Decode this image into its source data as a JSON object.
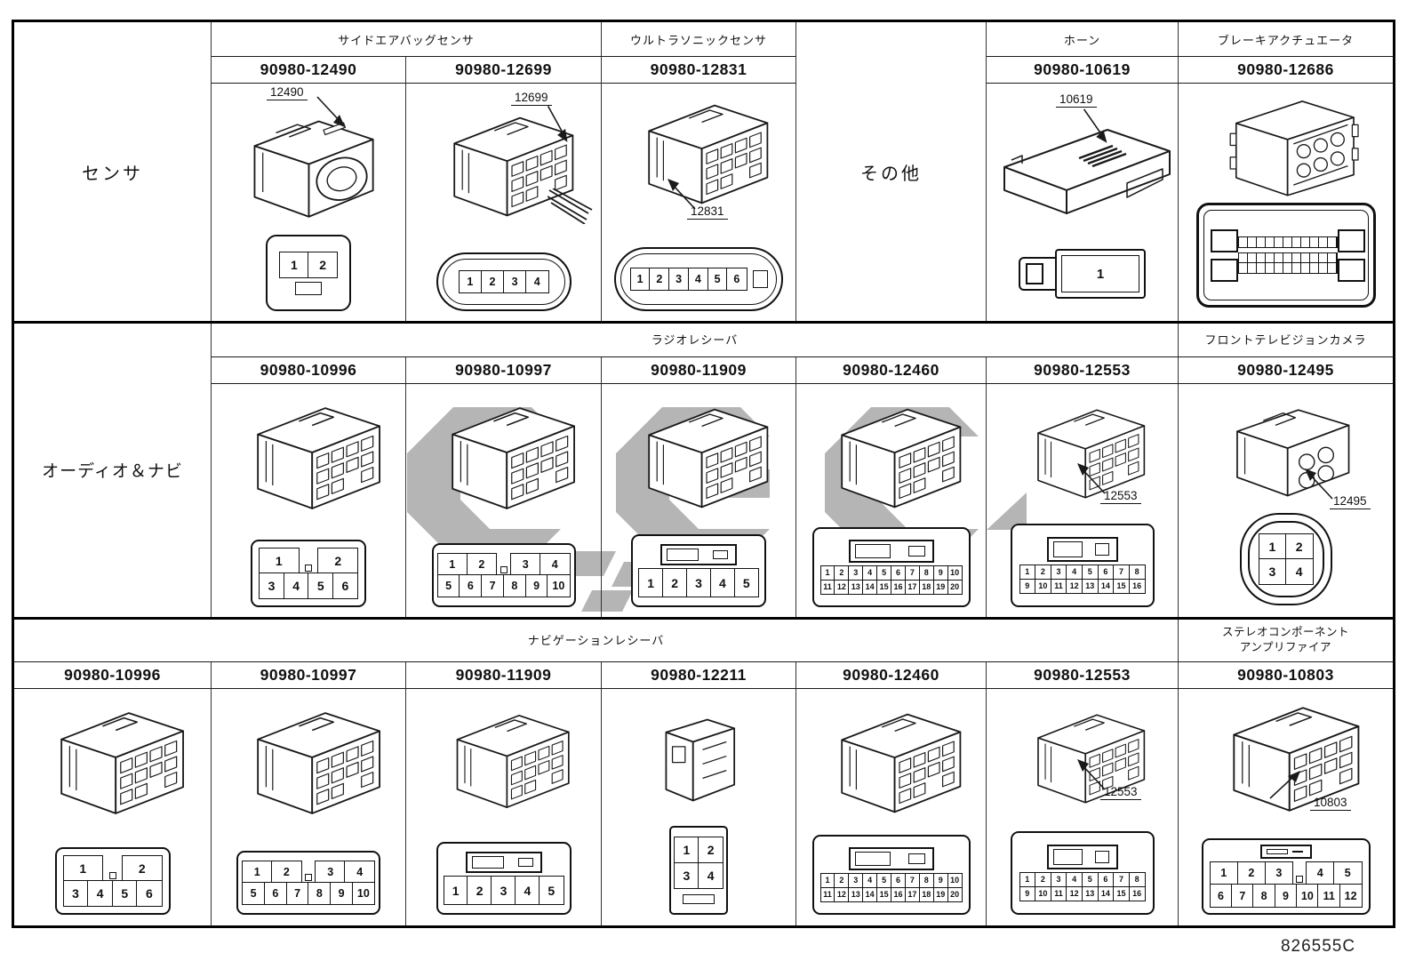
{
  "caption": "826555C",
  "colors": {
    "line": "#1a1a1a",
    "watermark": "#b5b5b5"
  },
  "r1": {
    "label": "センサ",
    "g_sideairbag": "サイドエアバッグセンサ",
    "g_ultrasonic": "ウルトラソニックセンサ",
    "other": "その他",
    "g_horn": "ホーン",
    "g_brake": "ブレーキアクチュエータ",
    "p1": "90980-12490",
    "p2": "90980-12699",
    "p3": "90980-12831",
    "p4": "90980-10619",
    "p5": "90980-12686",
    "co1": "12490",
    "co2": "12699",
    "co3": "12831",
    "co4": "10619",
    "pins_12490": [
      [
        "1",
        "2"
      ]
    ],
    "pins_12699": [
      [
        "1",
        "2",
        "3",
        "4"
      ]
    ],
    "pins_12831": [
      [
        "1",
        "2",
        "3",
        "4",
        "5",
        "6"
      ]
    ],
    "pins_10619": [
      [
        "1"
      ]
    ]
  },
  "r2": {
    "label": "オーディオ＆ナビ",
    "g_radio": "ラジオレシーバ",
    "g_camera": "フロントテレビジョンカメラ",
    "p1": "90980-10996",
    "p2": "90980-10997",
    "p3": "90980-11909",
    "p4": "90980-12460",
    "p5": "90980-12553",
    "p6": "90980-12495",
    "co5": "12553",
    "co6": "12495",
    "pins_10996": [
      [
        "1",
        "",
        "2"
      ],
      [
        "3",
        "4",
        "5",
        "6"
      ]
    ],
    "pins_10997": [
      [
        "1",
        "2",
        "",
        "3",
        "4"
      ],
      [
        "5",
        "6",
        "7",
        "8",
        "9",
        "10"
      ]
    ],
    "pins_11909": [
      [
        "1",
        "2",
        "3",
        "4",
        "5"
      ]
    ],
    "pins_12460": [
      [
        "1",
        "2",
        "3",
        "4",
        "5",
        "6",
        "7",
        "8",
        "9",
        "10"
      ],
      [
        "11",
        "12",
        "13",
        "14",
        "15",
        "16",
        "17",
        "18",
        "19",
        "20"
      ]
    ],
    "pins_12553": [
      [
        "1",
        "2",
        "3",
        "4",
        "5",
        "6",
        "7",
        "8"
      ],
      [
        "9",
        "10",
        "11",
        "12",
        "13",
        "14",
        "15",
        "16"
      ]
    ],
    "pins_12495": [
      [
        "1",
        "2"
      ],
      [
        "3",
        "4"
      ]
    ]
  },
  "r3": {
    "g_navi": "ナビゲーションレシーバ",
    "g_stereo_line1": "ステレオコンポーネント",
    "g_stereo_line2": "アンプリファイア",
    "p1": "90980-10996",
    "p2": "90980-10997",
    "p3": "90980-11909",
    "p4": "90980-12211",
    "p5": "90980-12460",
    "p6": "90980-12553",
    "p7": "90980-10803",
    "co6": "12553",
    "co7": "10803",
    "pins_12211": [
      [
        "1",
        "2"
      ],
      [
        "3",
        "4"
      ]
    ],
    "pins_10803": [
      [
        "1",
        "2",
        "3",
        "",
        "4",
        "5"
      ],
      [
        "6",
        "7",
        "8",
        "9",
        "10",
        "11",
        "12"
      ]
    ]
  }
}
